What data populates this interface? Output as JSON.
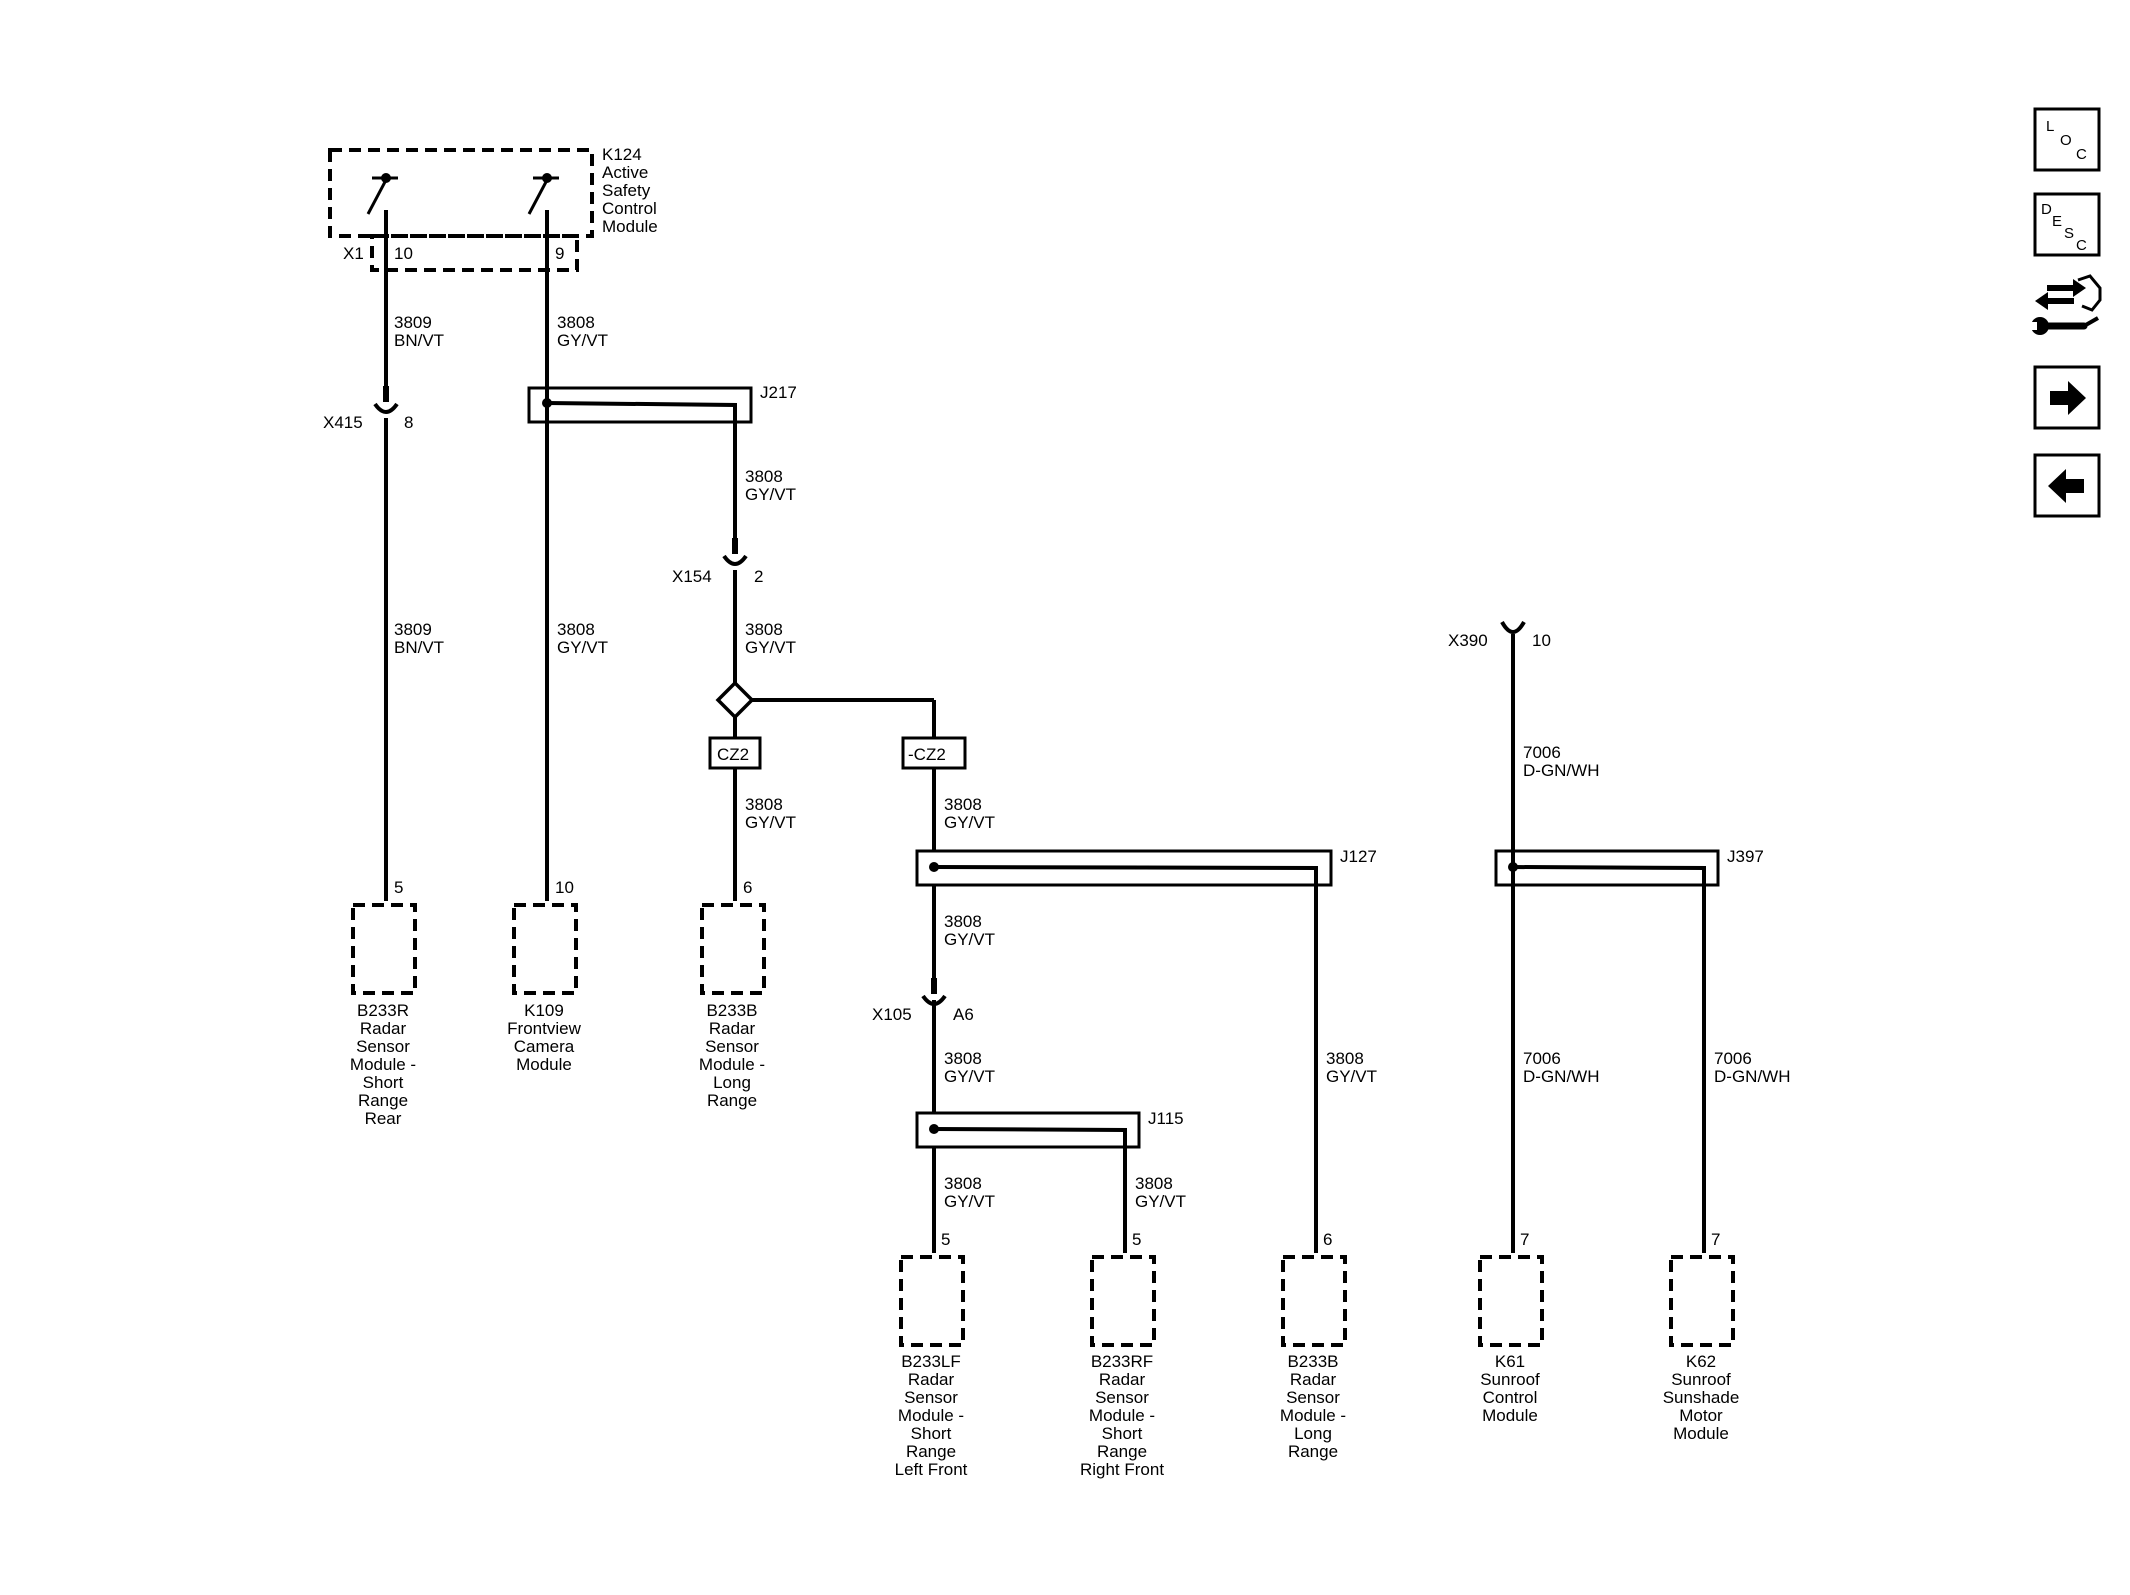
{
  "k124": {
    "name": "K124",
    "l1": "Active",
    "l2": "Safety",
    "l3": "Control",
    "l4": "Module",
    "conn": "X1",
    "pin_a": "10",
    "pin_b": "9"
  },
  "wires": {
    "w3809": {
      "c": "3809",
      "col": "BN/VT"
    },
    "w3808": {
      "c": "3808",
      "col": "GY/VT"
    },
    "w7006": {
      "c": "7006",
      "col": "D-GN/WH"
    }
  },
  "x415": {
    "name": "X415",
    "pin": "8"
  },
  "x154": {
    "name": "X154",
    "pin": "2"
  },
  "x105": {
    "name": "X105",
    "pin": "A6"
  },
  "x390": {
    "name": "X390",
    "pin": "10"
  },
  "splices": {
    "j217": "J217",
    "j127": "J127",
    "j115": "J115",
    "j397": "J397"
  },
  "options": {
    "cz2": "CZ2",
    "notcz2": "-CZ2"
  },
  "components": {
    "b233r": {
      "pin": "5",
      "l1": "B233R",
      "l2": "Radar",
      "l3": "Sensor",
      "l4": "Module -",
      "l5": "Short",
      "l6": "Range",
      "l7": "Rear"
    },
    "k109": {
      "pin": "10",
      "l1": "K109",
      "l2": "Frontview",
      "l3": "Camera",
      "l4": "Module"
    },
    "b233b_top": {
      "pin": "6",
      "l1": "B233B",
      "l2": "Radar",
      "l3": "Sensor",
      "l4": "Module -",
      "l5": "Long",
      "l6": "Range"
    },
    "b233lf": {
      "pin": "5",
      "l1": "B233LF",
      "l2": "Radar",
      "l3": "Sensor",
      "l4": "Module -",
      "l5": "Short",
      "l6": "Range",
      "l7": "Left Front"
    },
    "b233rf": {
      "pin": "5",
      "l1": "B233RF",
      "l2": "Radar",
      "l3": "Sensor",
      "l4": "Module -",
      "l5": "Short",
      "l6": "Range",
      "l7": "Right Front"
    },
    "b233b_bot": {
      "pin": "6",
      "l1": "B233B",
      "l2": "Radar",
      "l3": "Sensor",
      "l4": "Module -",
      "l5": "Long",
      "l6": "Range"
    },
    "k61": {
      "pin": "7",
      "l1": "K61",
      "l2": "Sunroof",
      "l3": "Control",
      "l4": "Module"
    },
    "k62": {
      "pin": "7",
      "l1": "K62",
      "l2": "Sunroof",
      "l3": "Sunshade",
      "l4": "Motor",
      "l5": "Module"
    }
  },
  "nav": {
    "loc": {
      "l": "L",
      "o": "O",
      "c": "C"
    },
    "desc": {
      "d": "D",
      "e": "E",
      "s": "S",
      "c": "C"
    },
    "icons": [
      "connector-tool-icon",
      "arrow-right-icon",
      "arrow-left-icon"
    ]
  }
}
